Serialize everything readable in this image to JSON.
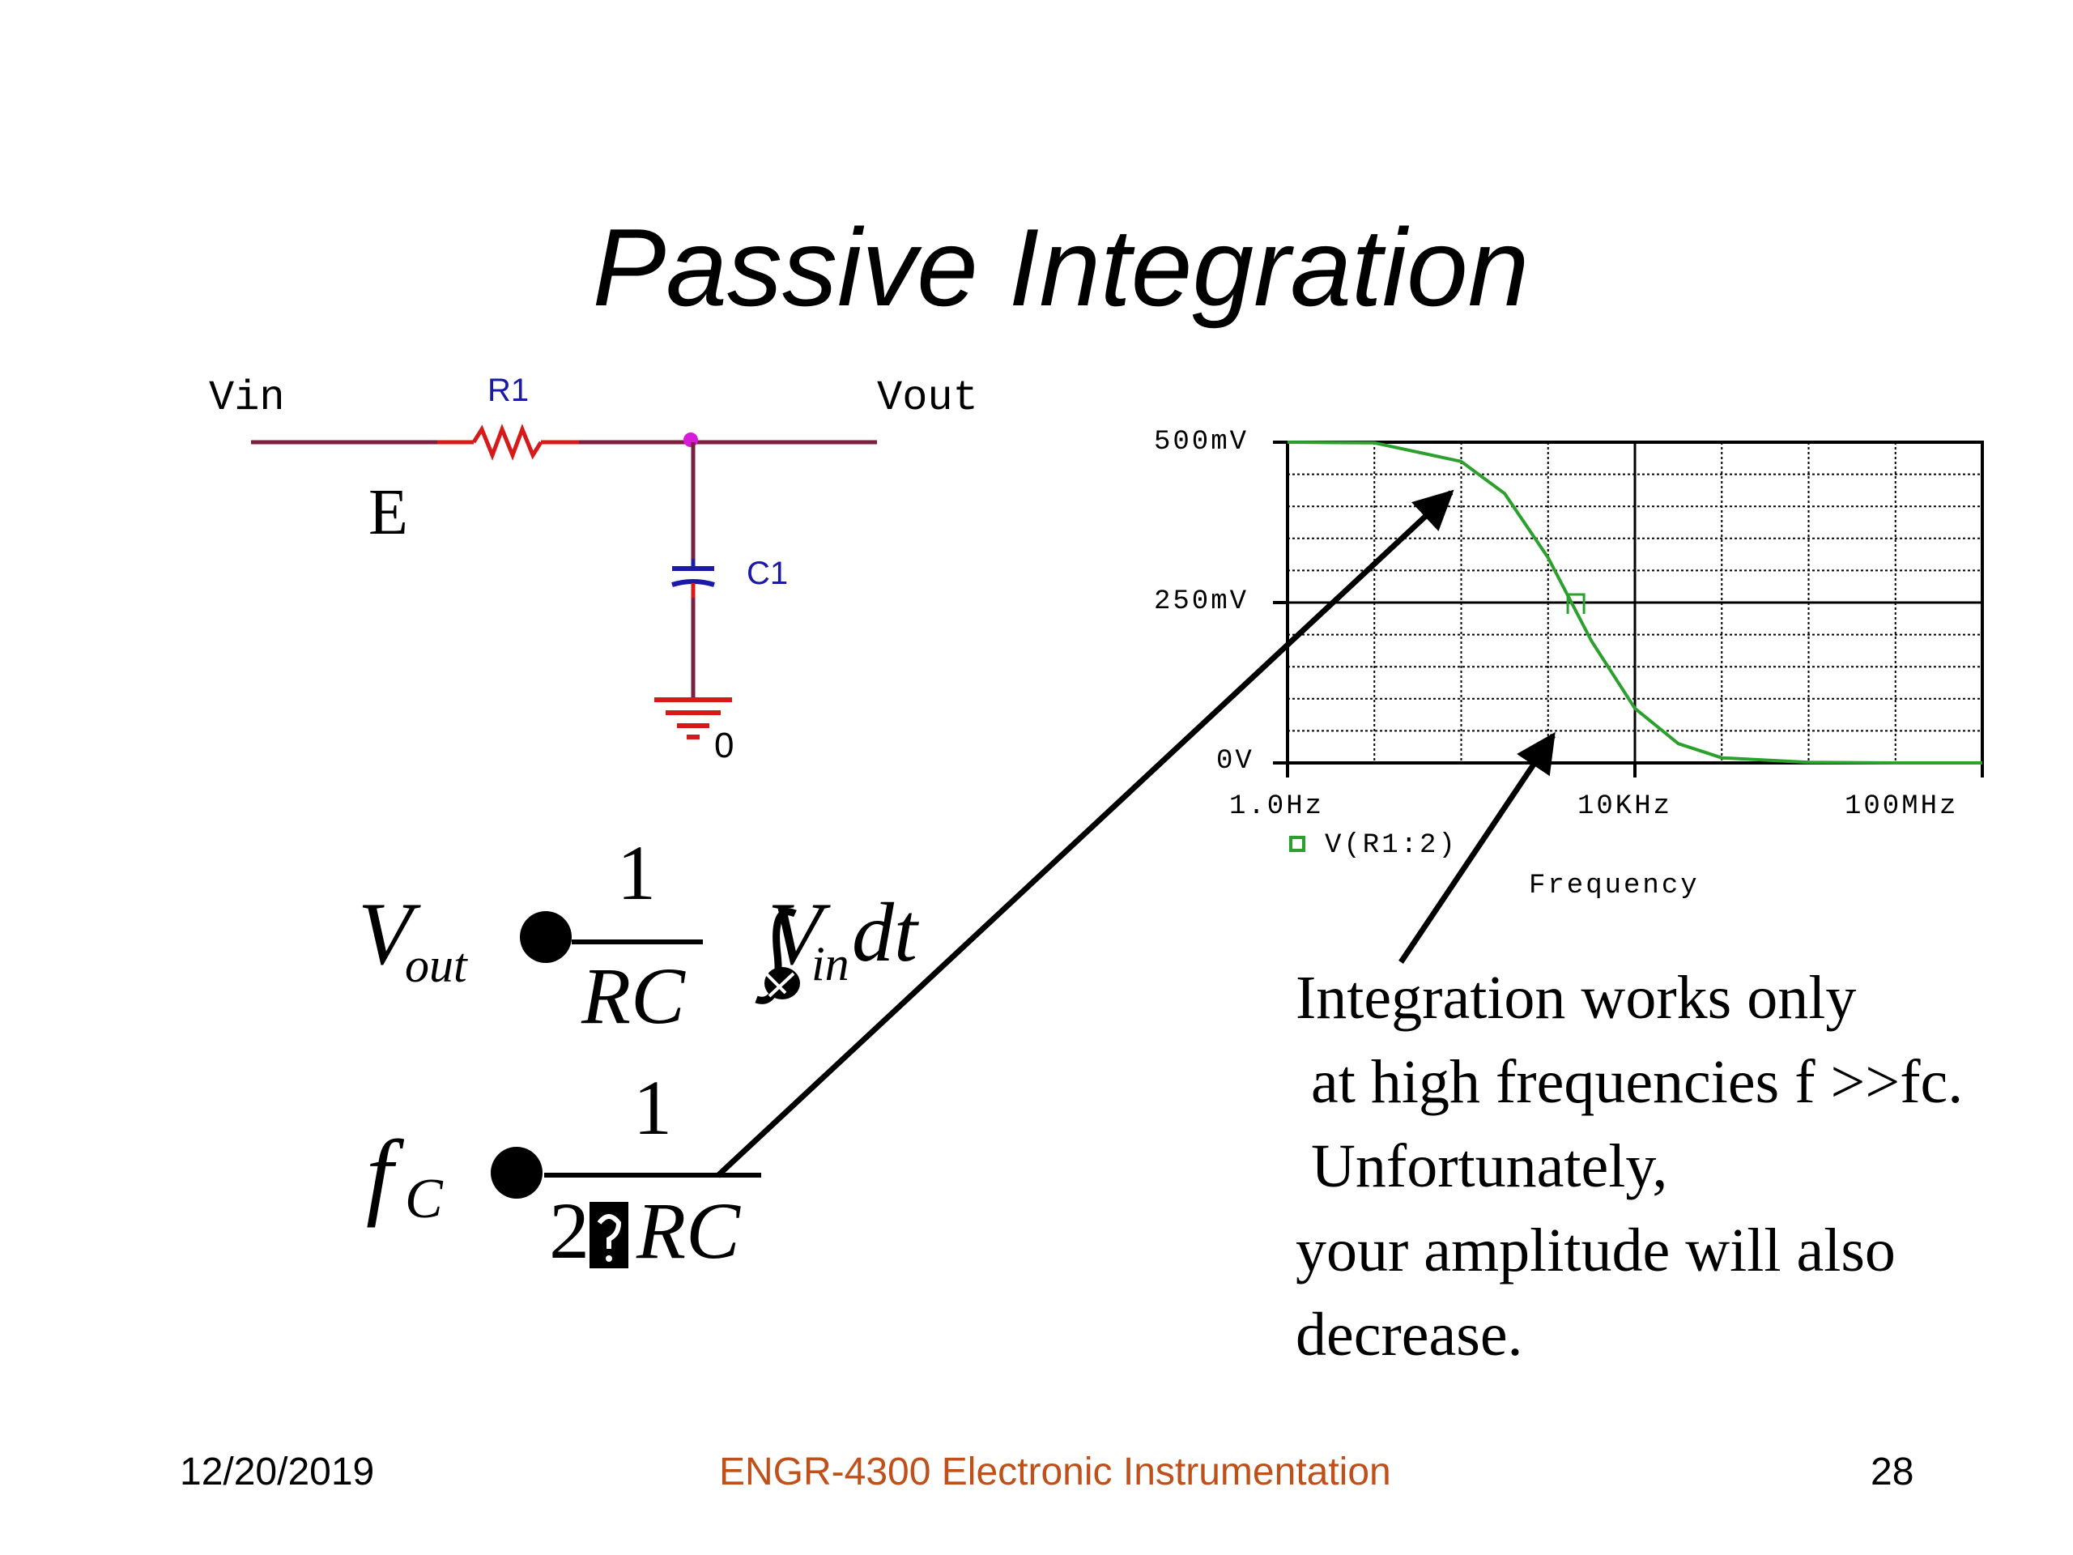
{
  "slide": {
    "title": "Passive Integration",
    "footer": {
      "date": "12/20/2019",
      "course": "ENGR-4300  Electronic Instrumentation",
      "page": "28"
    },
    "colors": {
      "wire": "#7a1f3d",
      "resistor": "#d61a1a",
      "component": "#1a1aa6",
      "node": "#d81bd8",
      "trace": "#2ca02c",
      "footer_course": "#c0501a"
    }
  },
  "circuit": {
    "vin_label": "Vin",
    "vout_label": "Vout",
    "r1_label": "R1",
    "c1_label": "C1",
    "ground_label": "0",
    "source_label": "E"
  },
  "formulas": {
    "vout": {
      "lhs": "V",
      "lhs_sub": "out",
      "num": "1",
      "den": "RC",
      "integrand": "V",
      "integrand_sub": "in",
      "dt": "dt"
    },
    "fc": {
      "lhs": "f",
      "lhs_sub": "C",
      "num": "1",
      "den_prefix": "2",
      "den_suffix": "RC"
    }
  },
  "chart_data": {
    "type": "line",
    "x_scale": "log",
    "y_ticks": [
      "500mV",
      "250mV",
      "0V"
    ],
    "x_ticks": [
      "1.0Hz",
      "10KHz",
      "100MHz"
    ],
    "xlabel": "Frequency",
    "legend": "V(R1:2)",
    "grid": true,
    "series": [
      {
        "name": "V(R1:2)",
        "x_log10": [
          0,
          1,
          2,
          2.5,
          3,
          3.5,
          4,
          4.5,
          5,
          6,
          7,
          8
        ],
        "y_mV": [
          500,
          499,
          470,
          420,
          320,
          190,
          85,
          30,
          8,
          1,
          0,
          0
        ]
      }
    ]
  },
  "caption": {
    "lines": [
      "Integration works only",
      " at high frequencies f >>fc.",
      " Unfortunately,",
      "your amplitude will also",
      "decrease."
    ]
  }
}
